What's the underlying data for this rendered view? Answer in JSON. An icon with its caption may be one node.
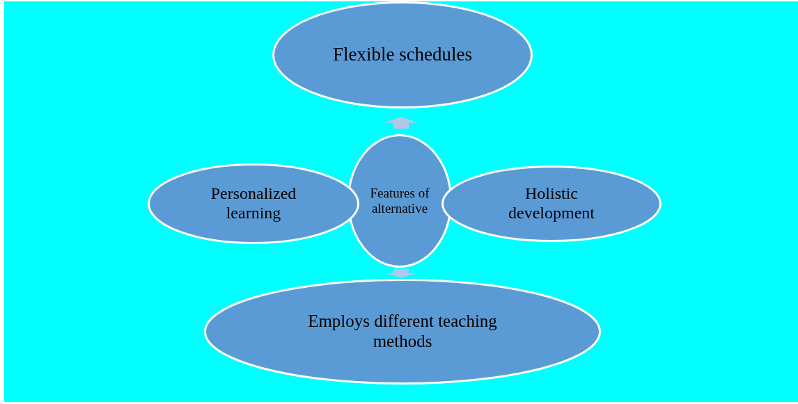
{
  "diagram": {
    "nodes": [
      {
        "text": [
          "Flexible schedules"
        ]
      },
      {
        "text": [
          "Personalized learning"
        ]
      },
      {
        "text": [
          "Features of alternative"
        ]
      },
      {
        "text": [
          "Holistic development"
        ]
      },
      {
        "text": [
          "Employs different teaching methods"
        ]
      }
    ],
    "edges": [
      {
        "from": 2,
        "to": 0,
        "arrow": "to"
      },
      {
        "from": 2,
        "to": 4,
        "arrow": "to"
      }
    ]
  }
}
